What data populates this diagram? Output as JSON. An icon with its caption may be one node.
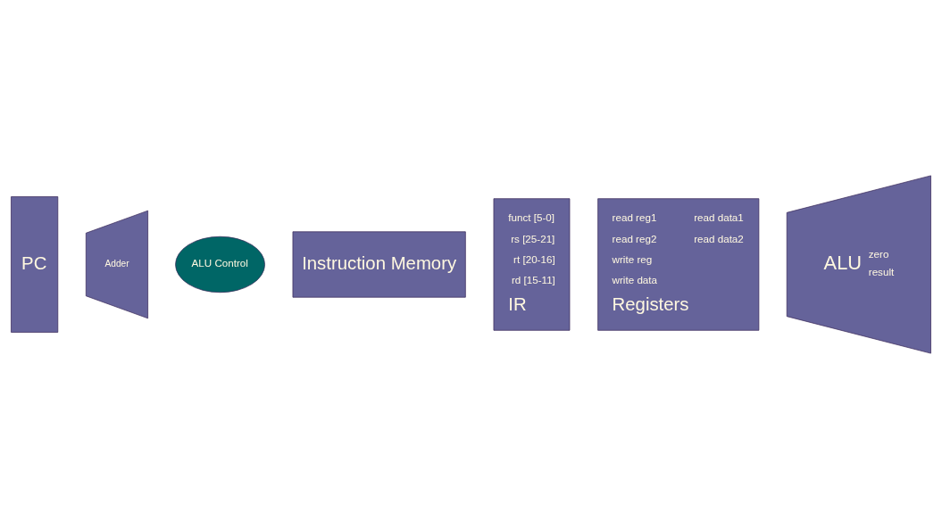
{
  "diagram": {
    "nodes": [
      {
        "text": [
          "PC"
        ]
      },
      {
        "text": [
          "Adder"
        ]
      },
      {
        "text": [
          "ALU Control"
        ]
      },
      {
        "text": [
          "Instruction Memory"
        ]
      },
      {
        "text": [
          "funct [5-0]",
          "rs [25-21]",
          "rt [20-16]",
          "rd [15-11]",
          "IR"
        ]
      },
      {
        "text": [
          "read reg1",
          "read reg2",
          "write reg",
          "write data",
          "read data1",
          "read data2",
          "Registers"
        ]
      },
      {
        "text": [
          "ALU",
          "zero",
          "result"
        ]
      }
    ],
    "edges": []
  }
}
